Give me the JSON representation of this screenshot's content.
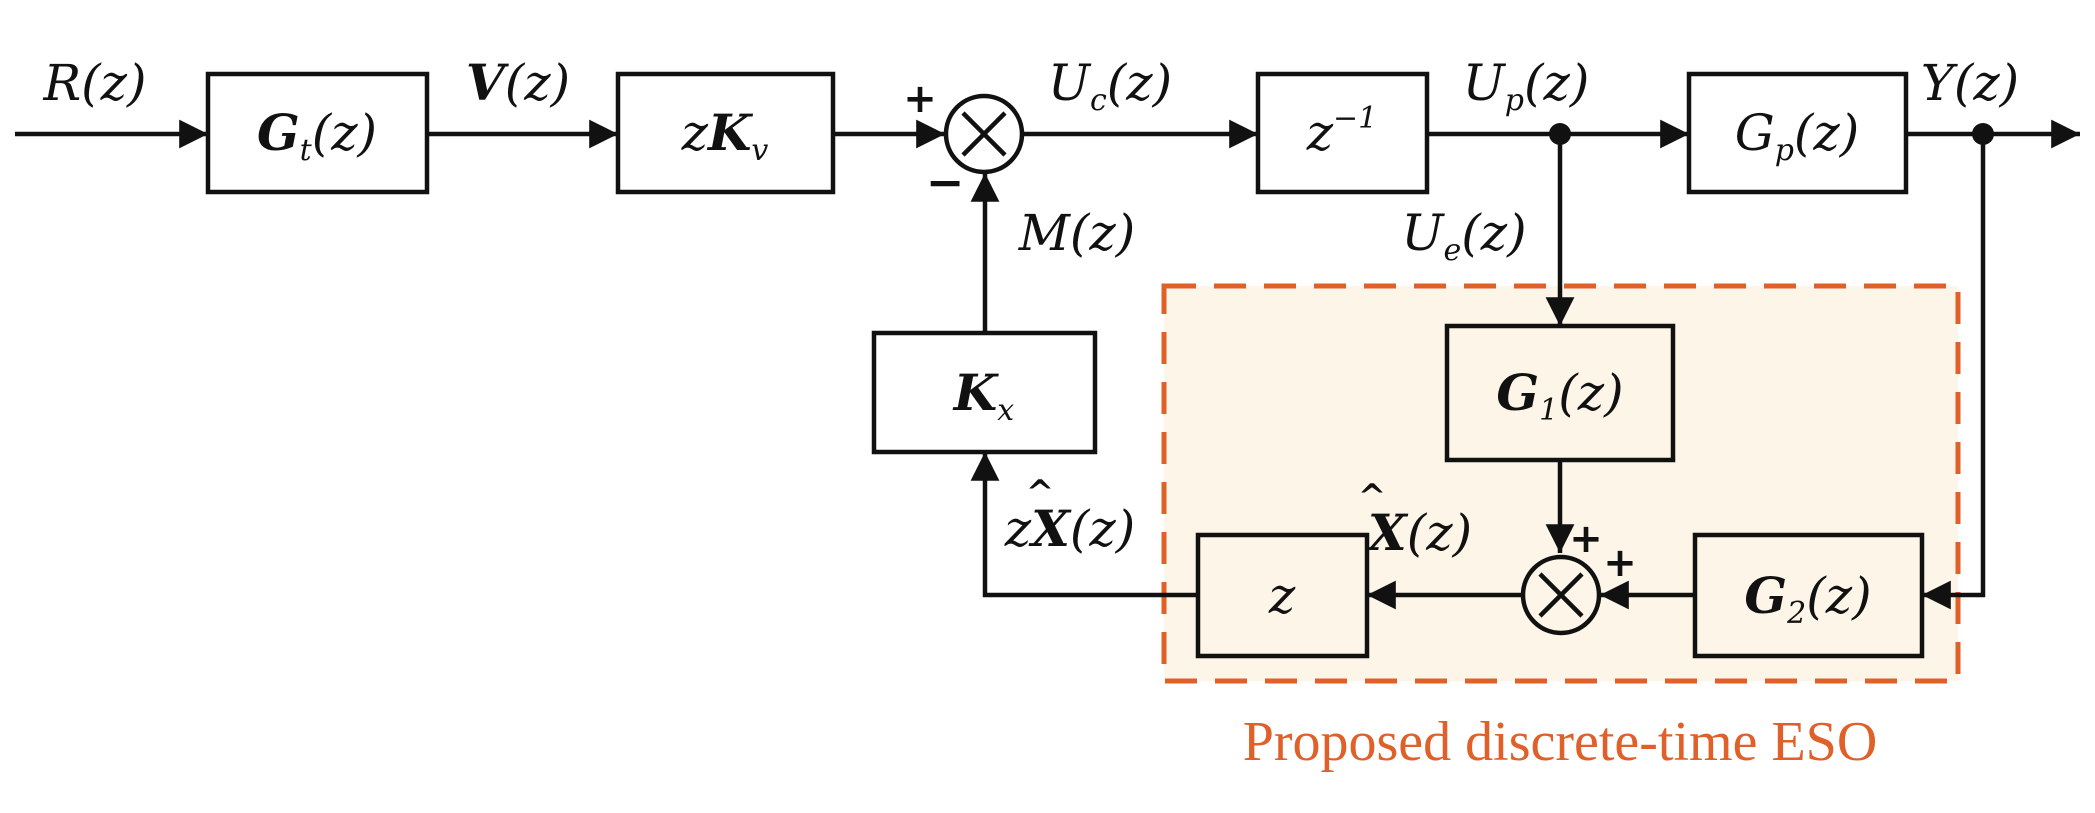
{
  "colors": {
    "eso_accent": "#e0602a",
    "eso_fill": "#fcf5e8",
    "line": "#111111"
  },
  "blocks": {
    "gt": {
      "main": "G",
      "sub": "t",
      "arg": "(z)"
    },
    "zkv": {
      "pre": "z",
      "main": "K",
      "sub": "v"
    },
    "zinv": {
      "main": "z",
      "sup": "−1"
    },
    "gp": {
      "main": "G",
      "sub": "p",
      "arg": "(z)"
    },
    "kx": {
      "main": "K",
      "sub": "x"
    },
    "g1": {
      "main": "G",
      "sub": "1",
      "arg": "(z)"
    },
    "g2": {
      "main": "G",
      "sub": "2",
      "arg": "(z)"
    },
    "z": {
      "main": "z"
    }
  },
  "signals": {
    "r": {
      "main": "R",
      "arg": "(z)"
    },
    "v": {
      "main": "V",
      "arg": "(z)"
    },
    "uc": {
      "main": "U",
      "sub": "c",
      "arg": "(z)"
    },
    "up": {
      "main": "U",
      "sub": "p",
      "arg": "(z)"
    },
    "y": {
      "main": "Y",
      "arg": "(z)"
    },
    "m": {
      "main": "M",
      "arg": "(z)"
    },
    "ue": {
      "main": "U",
      "sub": "e",
      "arg": "(z)"
    },
    "xhat": {
      "main": "X",
      "hat": "^",
      "arg": "(z)"
    },
    "zxhat": {
      "pre": "z",
      "main": "X",
      "hat": "^",
      "arg": "(z)"
    }
  },
  "sum_signs": {
    "main_plus": "+",
    "main_minus": "−",
    "eso_plus_top": "+",
    "eso_plus_right": "+"
  },
  "summing_symbol": "⊗",
  "eso_caption": "Proposed discrete-time ESO"
}
